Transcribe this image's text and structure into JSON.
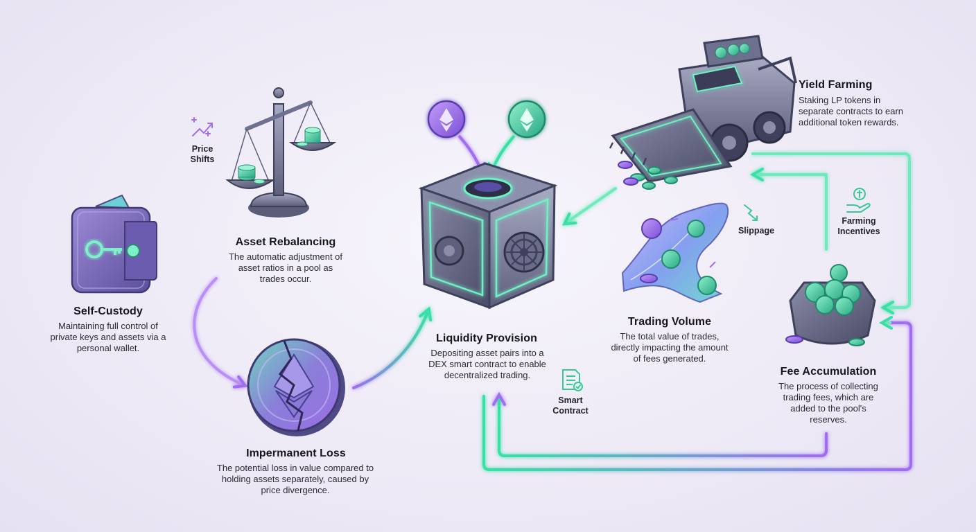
{
  "nodes": {
    "self_custody": {
      "title": "Self-Custody",
      "desc": "Maintaining full control of private keys and assets via a personal wallet."
    },
    "asset_rebalancing": {
      "title": "Asset Rebalancing",
      "desc": "The automatic adjustment of asset ratios in a pool as trades occur."
    },
    "impermanent_loss": {
      "title": "Impermanent Loss",
      "desc": "The potential loss in value compared to holding assets separately, caused by price divergence."
    },
    "liquidity_provision": {
      "title": "Liquidity Provision",
      "desc": "Depositing asset pairs into a DEX smart contract to enable decentralized trading."
    },
    "trading_volume": {
      "title": "Trading Volume",
      "desc": "The total value of trades, directly impacting the amount of fees generated."
    },
    "fee_accumulation": {
      "title": "Fee Accumulation",
      "desc": "The process of collecting trading fees, which are added to the pool's reserves."
    },
    "yield_farming": {
      "title": "Yield Farming",
      "desc": "Staking LP tokens in separate contracts to earn additional token rewards."
    }
  },
  "labels": {
    "price_shifts": "Price Shifts",
    "slippage": "Slippage",
    "farming_incentives": "Farming Incentives",
    "smart_contract": "Smart Contract"
  },
  "colors": {
    "purple": "#a06cf0",
    "green": "#38e0a6",
    "metal": "#7d7f9a",
    "background": "#f1eef8"
  },
  "icons": {
    "wallet": "wallet-key-icon",
    "scale": "balance-scale-icon",
    "broken_coin": "broken-ethereum-coin-icon",
    "vault": "vault-safe-icon",
    "token_stream": "token-stream-icon",
    "coin_bowl": "coin-bowl-icon",
    "harvester": "combine-harvester-icon"
  }
}
